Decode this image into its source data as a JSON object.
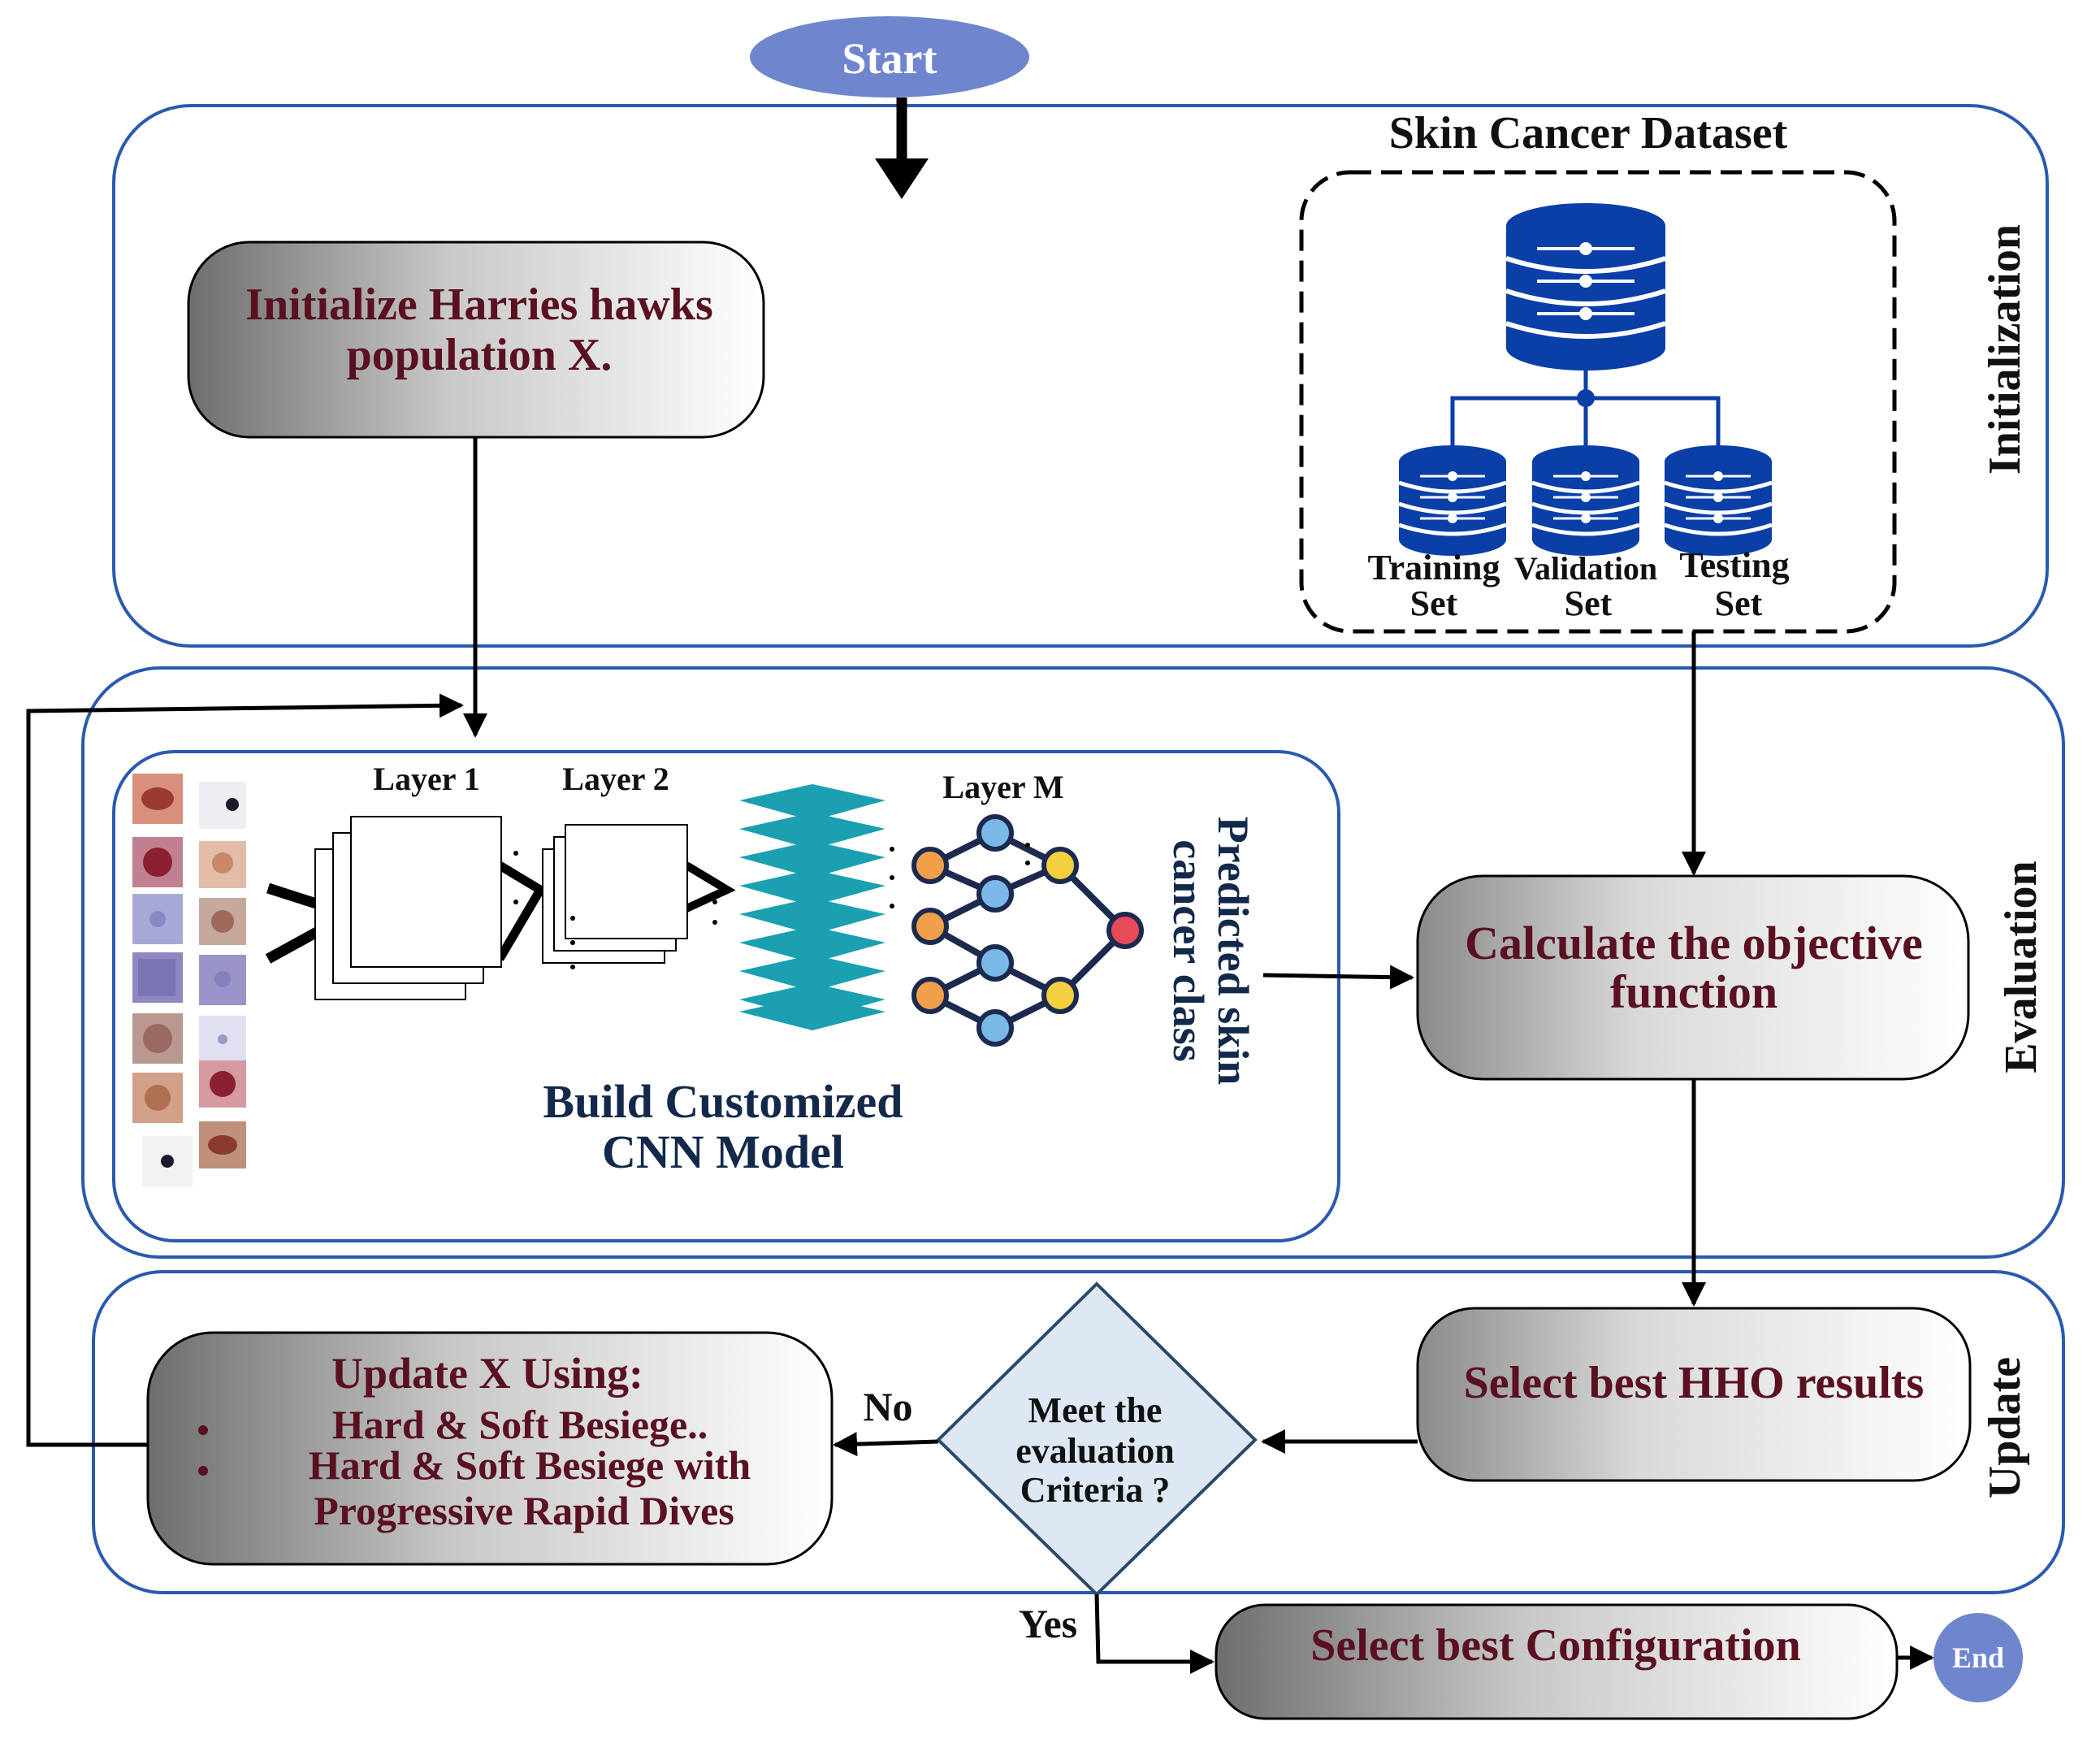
{
  "start_label": "Start",
  "end_label": "End",
  "sections": {
    "initialization": "Initialization",
    "evaluation": "Evaluation",
    "update": "Update"
  },
  "initialize_box": [
    "Initialize Harries hawks",
    "population X."
  ],
  "dataset": {
    "title": "Skin Cancer Dataset",
    "training": [
      "Training",
      "Set"
    ],
    "validation": [
      "Validation",
      "Set"
    ],
    "testing": [
      "Testing",
      "Set"
    ]
  },
  "cnn": {
    "layer1": "Layer 1",
    "layer2": "Layer 2",
    "layerM": "Layer M",
    "title": [
      "Build Customized",
      "CNN Model"
    ],
    "predicted": [
      "Predicted skin",
      "cancer class"
    ]
  },
  "objective_box": [
    "Calculate the objective",
    "function"
  ],
  "select_hho_box": "Select best HHO results",
  "decision": [
    "Meet the",
    "evaluation",
    "Criteria ?"
  ],
  "no_label": "No",
  "yes_label": "Yes",
  "update_box": {
    "title": "Update X  Using:",
    "items": [
      [
        "Hard & Soft Besiege.."
      ],
      [
        "Hard & Soft Besiege with",
        "Progressive Rapid Dives"
      ]
    ]
  },
  "config_box": "Select best Configuration",
  "colors": {
    "section_border": "#2a5ab0",
    "terminal_fill": "#6f86cf",
    "box_text": "#5a1020",
    "db_blue": "#0a3fa8",
    "teal": "#1aa0b0",
    "decision_fill": "#dde8f4"
  }
}
